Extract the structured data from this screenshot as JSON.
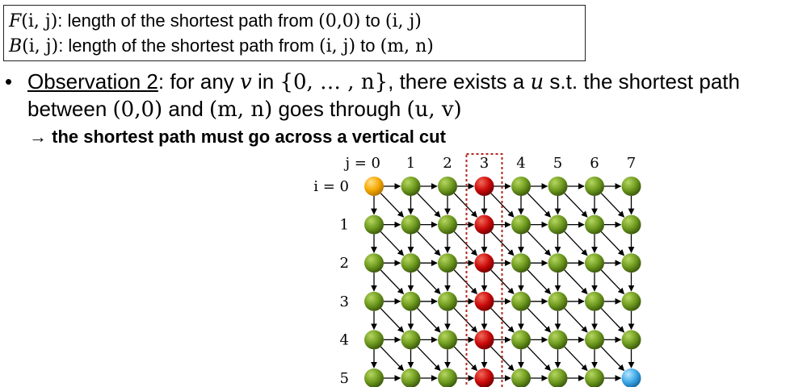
{
  "definitions": {
    "f_symbol": "F",
    "f_args": "(i, j)",
    "f_text": ": length of the shortest path from ",
    "f_from": "(0,0)",
    "f_to_word": " to ",
    "f_to": "(i, j)",
    "b_symbol": "B",
    "b_args": "(i, j)",
    "b_text": ": length of the shortest path from ",
    "b_from": "(i, j)",
    "b_to_word": " to ",
    "b_to": "(m, n)"
  },
  "bullet": {
    "marker": "•",
    "label": "Observation 2",
    "text1": ": for any ",
    "var_v": "v",
    "text2": " in ",
    "set": "{0, … , n}",
    "text3": ", there exists a ",
    "var_u": "u",
    "text4": " s.t. the shortest path",
    "line2_text1": "between ",
    "line2_from": "(0,0)",
    "line2_text2": " and ",
    "line2_to": "(m, n)",
    "line2_text3": " goes through ",
    "line2_node": "(u, v)"
  },
  "conclusion": {
    "arrow": "→",
    "text": "the shortest path must go across a vertical cut"
  },
  "grid": {
    "col_labels": [
      "j = 0",
      "1",
      "2",
      "3",
      "4",
      "5",
      "6",
      "7"
    ],
    "row_labels": [
      "i = 0",
      "1",
      "2",
      "3",
      "4",
      "5"
    ],
    "rows": 6,
    "cols": 8,
    "cut_column": 3,
    "colors": {
      "start": "#F5A800",
      "end": "#3DA8E8",
      "cut": "#CC0A0A",
      "normal": "#6E9A1E",
      "cut_box": "#B0261E",
      "edge": "#000000"
    }
  }
}
